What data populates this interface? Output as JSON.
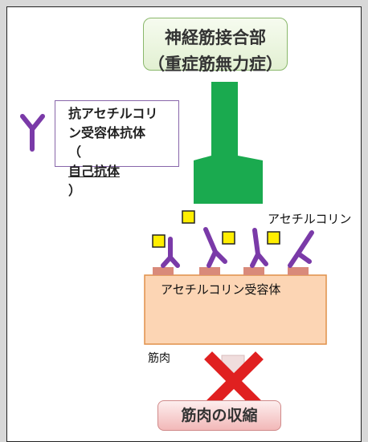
{
  "title": {
    "line1": "神経筋接合部",
    "line2": "（重症筋無力症）"
  },
  "antibody_box": {
    "line1": "抗アセチルコリ",
    "line2": "ン受容体抗体",
    "line3_open": "（",
    "line3_text": "自己抗体",
    "line3_close": "）"
  },
  "acetylcholine_label": "アセチルコリン",
  "receptor_label": "アセチルコリン受容体",
  "muscle_label": "筋肉",
  "contraction_label": "筋肉の収縮",
  "colors": {
    "nerve_terminal": "#1aaa4f",
    "antibody": "#7a3aa8",
    "acetylcholine": "#ffee00",
    "muscle": "#fcd5b4",
    "receptor": "#d98a7a",
    "cross": "#e02020"
  }
}
